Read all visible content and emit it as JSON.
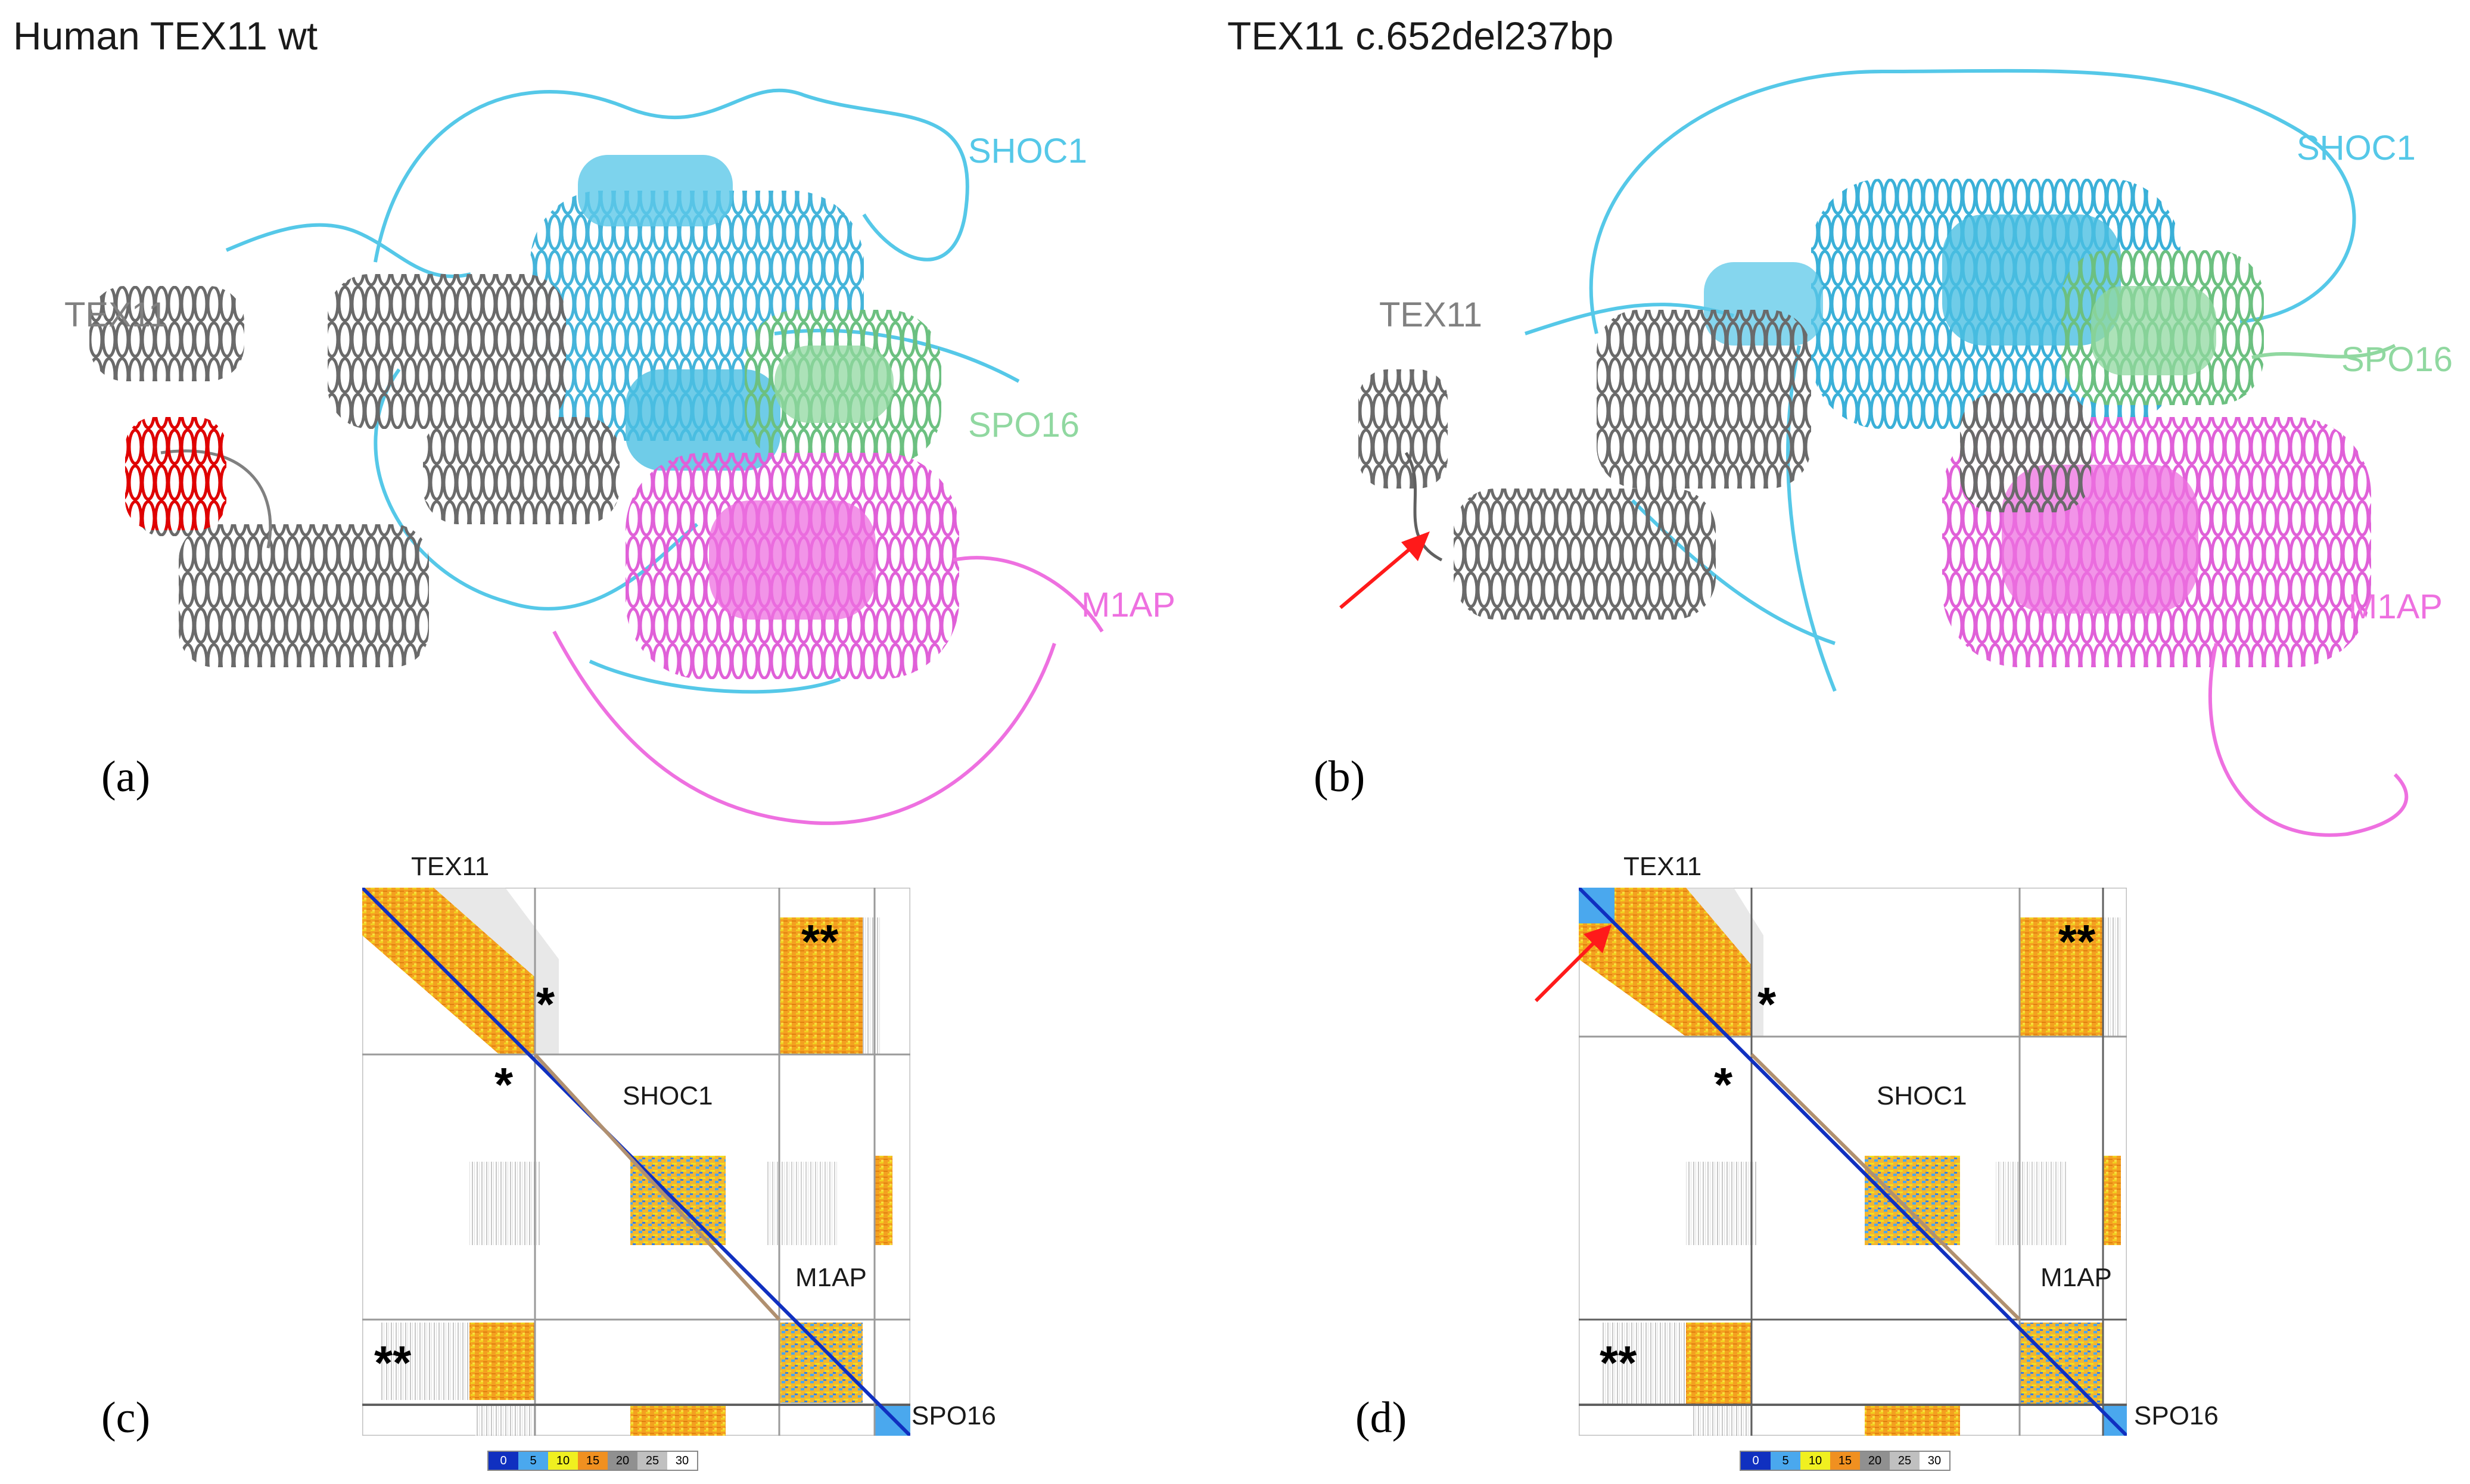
{
  "panels": {
    "a": {
      "title": "Human TEX11 wt",
      "label": "(a)",
      "chains": {
        "tex11": "TEX11",
        "shoc1": "SHOC1",
        "spo16": "SPO16",
        "m1ap": "M1AP"
      }
    },
    "b": {
      "title": "TEX11 c.652del237bp",
      "label": "(b)",
      "chains": {
        "tex11": "TEX11",
        "shoc1": "SHOC1",
        "spo16": "SPO16",
        "m1ap": "M1AP"
      }
    },
    "c": {
      "label": "(c)",
      "matrix_labels": {
        "tex11": "TEX11",
        "shoc1": "SHOC1",
        "m1ap": "M1AP",
        "spo16": "SPO16"
      },
      "markers": {
        "single": "*",
        "double": "**"
      },
      "scale": [
        "0",
        "5",
        "10",
        "15",
        "20",
        "25",
        "30"
      ]
    },
    "d": {
      "label": "(d)",
      "matrix_labels": {
        "tex11": "TEX11",
        "shoc1": "SHOC1",
        "m1ap": "M1AP",
        "spo16": "SPO16"
      },
      "markers": {
        "single": "*",
        "double": "**"
      },
      "scale": [
        "0",
        "5",
        "10",
        "15",
        "20",
        "25",
        "30"
      ]
    }
  },
  "colors": {
    "tex11": "#808080",
    "tex11_deleted_region": "#e00000",
    "shoc1": "#55c8e8",
    "spo16": "#90d8a0",
    "m1ap": "#ee70e0",
    "arrow": "#ff1a1a",
    "pae_scale": [
      "#1030c0",
      "#4aa8ee",
      "#f0f020",
      "#f09020",
      "#909090",
      "#c0c0c0",
      "#ffffff"
    ]
  }
}
